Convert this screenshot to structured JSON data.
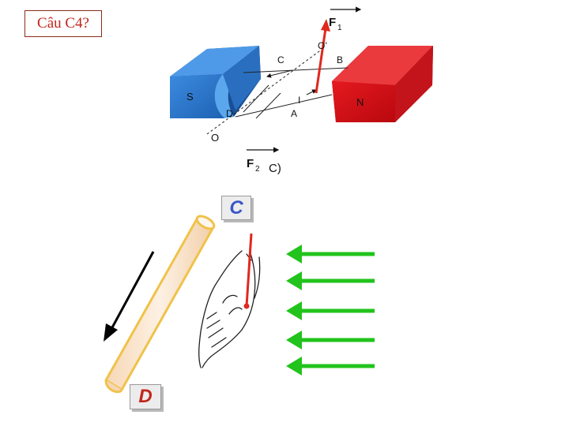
{
  "title": "Câu C4?",
  "magnet": {
    "south_label": "S",
    "north_label": "N",
    "south_color": "#2d77c9",
    "north_color": "#d3141a"
  },
  "diagram_labels": {
    "c": "C",
    "b": "B",
    "i": "I",
    "d": "D",
    "a": "A",
    "o": "O",
    "o_prime": "O’",
    "f1_letter": "F",
    "f1_sub": "1",
    "f2_letter": "F",
    "f2_sub": "2",
    "case": "C)"
  },
  "answer_boxes": {
    "top": "C",
    "bottom": "D"
  },
  "colors": {
    "field_arrows": "#22c31c",
    "force_red": "#e0281e",
    "current_arrow": "#000000",
    "conductor": "#f8e6d2",
    "conductor_outline": "#f0c24a",
    "box_top_text": "#3b56c7",
    "box_bottom_text": "#c0271c"
  },
  "icons": {
    "hand": "left-hand-icon"
  }
}
